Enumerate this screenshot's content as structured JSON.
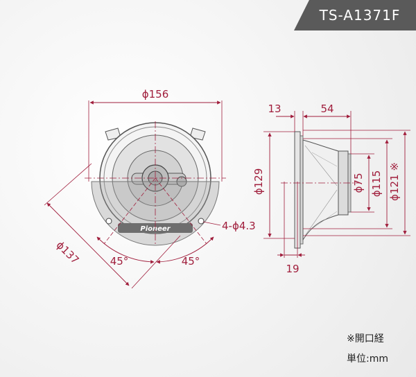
{
  "model": "TS-A1371F",
  "brand": "Pioneer",
  "front_view": {
    "outer_diameter": "ϕ156",
    "frame_diameter": "ϕ137",
    "hole_label": "4-ϕ4.3",
    "angle_left": "45°",
    "angle_right": "45°"
  },
  "side_view": {
    "depth_front": "13",
    "depth_rear": "54",
    "mount_depth": "19",
    "diameter_129": "ϕ129",
    "diameter_75": "ϕ75",
    "diameter_115": "ϕ115",
    "diameter_121": "ϕ121 ※"
  },
  "notes": {
    "cutout": "※開口経",
    "unit": "単位:mm"
  },
  "colors": {
    "dimension": "#a01e3c",
    "line": "#555555",
    "tab_bg": "#5a5a5a"
  }
}
